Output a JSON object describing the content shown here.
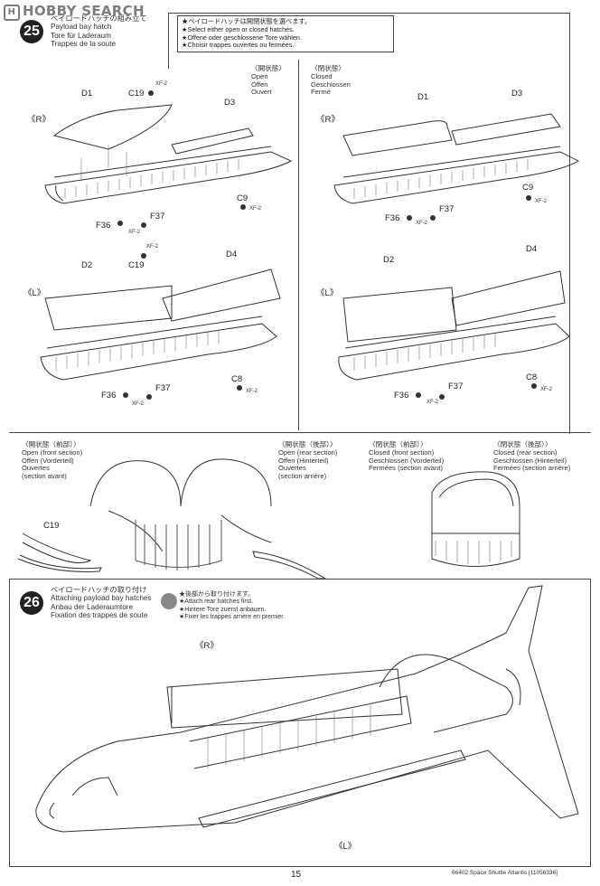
{
  "watermark": "HOBBY SEARCH",
  "step25": {
    "number": "25",
    "title_jp": "ペイロードハッチの組み立て",
    "title_en": "Payload bay hatch",
    "title_de": "Tore für Laderaum",
    "title_fr": "Trappes de la soute",
    "note": [
      "★ペイロードハッチは開閉状態を選べます。",
      "★Select either open or closed hatches.",
      "★Offene oder geschlossene Tore wählen.",
      "★Choisir trappes ouvertes ou fermées."
    ],
    "open_jp": "〈開状態〉",
    "open_en": "Open",
    "open_de": "Offen",
    "open_fr": "Ouvert",
    "closed_jp": "〈閉状態〉",
    "closed_en": "Closed",
    "closed_de": "Geschlossen",
    "closed_fr": "Fermé",
    "labels": {
      "d1": "D1",
      "d3": "D3",
      "d2": "D2",
      "d4": "D4",
      "c19": "C19",
      "c9": "C9",
      "c8": "C8",
      "f36": "F36",
      "f37": "F37",
      "r": "《R》",
      "l": "《L》",
      "xf2": "XF-2"
    },
    "captions": {
      "open_front": [
        "〈開状態（前部）〉",
        "Open (front section)",
        "Offen (Vorderteil)",
        "Ouvertes",
        "(section avant)"
      ],
      "open_rear": [
        "〈開状態（後部）〉",
        "Open (rear section)",
        "Offen (Hinterteil)",
        "Ouvertes",
        "(section arrière)"
      ],
      "closed_front": [
        "〈閉状態（前部）〉",
        "Closed (front section)",
        "Geschlossen (Vorderteil)",
        "Fermées (section avant)"
      ],
      "closed_rear": [
        "〈閉状態（後部）〉",
        "Closed (rear section)",
        "Geschlossen (Hinterteil)",
        "Fermées (section arrière)"
      ]
    }
  },
  "step26": {
    "number": "26",
    "title_jp": "ペイロードハッチの取り付け",
    "title_en": "Attaching payload bay hatches",
    "title_de": "Anbau der Laderaumtore",
    "title_fr": "Fixation des trappes de soute",
    "note": [
      "★後部から取り付けます。",
      "★Attach rear hatches first.",
      "★Hintere Tore zuerst anbauen.",
      "★Fixer les trappes arrière en premier."
    ],
    "r": "《R》",
    "l": "《L》"
  },
  "footer": {
    "page": "15",
    "ref": "66402 Space Shuttle Atlantis [11056336]"
  }
}
